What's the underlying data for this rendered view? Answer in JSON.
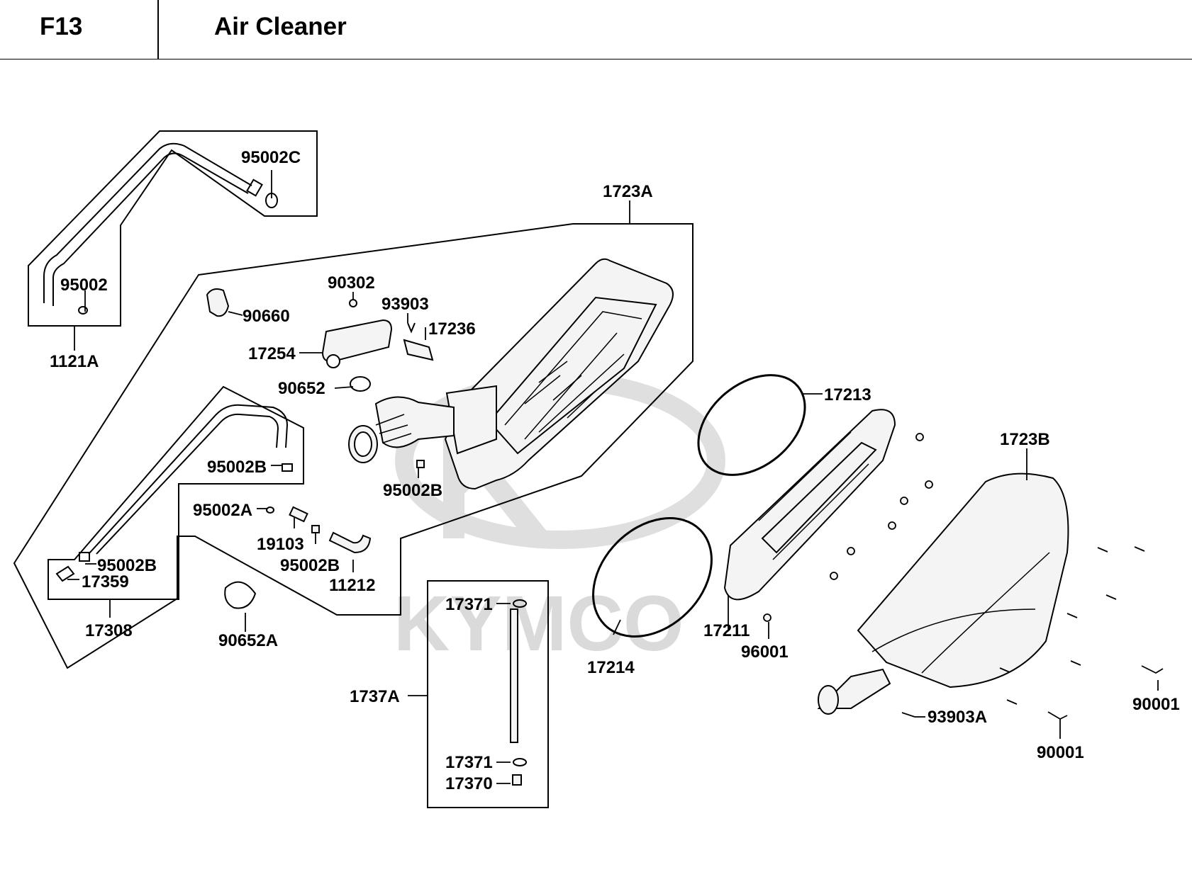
{
  "header": {
    "code": "F13",
    "title": "Air Cleaner"
  },
  "watermark": "KYMCO",
  "colors": {
    "line": "#000000",
    "watermark": "#d6d6d6",
    "part_fill": "#f4f4f4"
  },
  "labels": {
    "l95002C": "95002C",
    "l1723A": "1723A",
    "l95002": "95002",
    "l1121A": "1121A",
    "l90660": "90660",
    "l90302": "90302",
    "l93903": "93903",
    "l17236": "17236",
    "l17254": "17254",
    "l90652": "90652",
    "l17213": "17213",
    "l1723B": "1723B",
    "l95002B_a": "95002B",
    "l95002B_b": "95002B",
    "l95002A": "95002A",
    "l19103": "19103",
    "l95002B_c": "95002B",
    "l95002B_d": "95002B",
    "l11212": "11212",
    "l17359": "17359",
    "l17308": "17308",
    "l90652A": "90652A",
    "l17371_a": "17371",
    "l1737A": "1737A",
    "l17371_b": "17371",
    "l17370": "17370",
    "l17214": "17214",
    "l17211": "17211",
    "l96001": "96001",
    "l93903A": "93903A",
    "l90001_a": "90001",
    "l90001_b": "90001"
  }
}
